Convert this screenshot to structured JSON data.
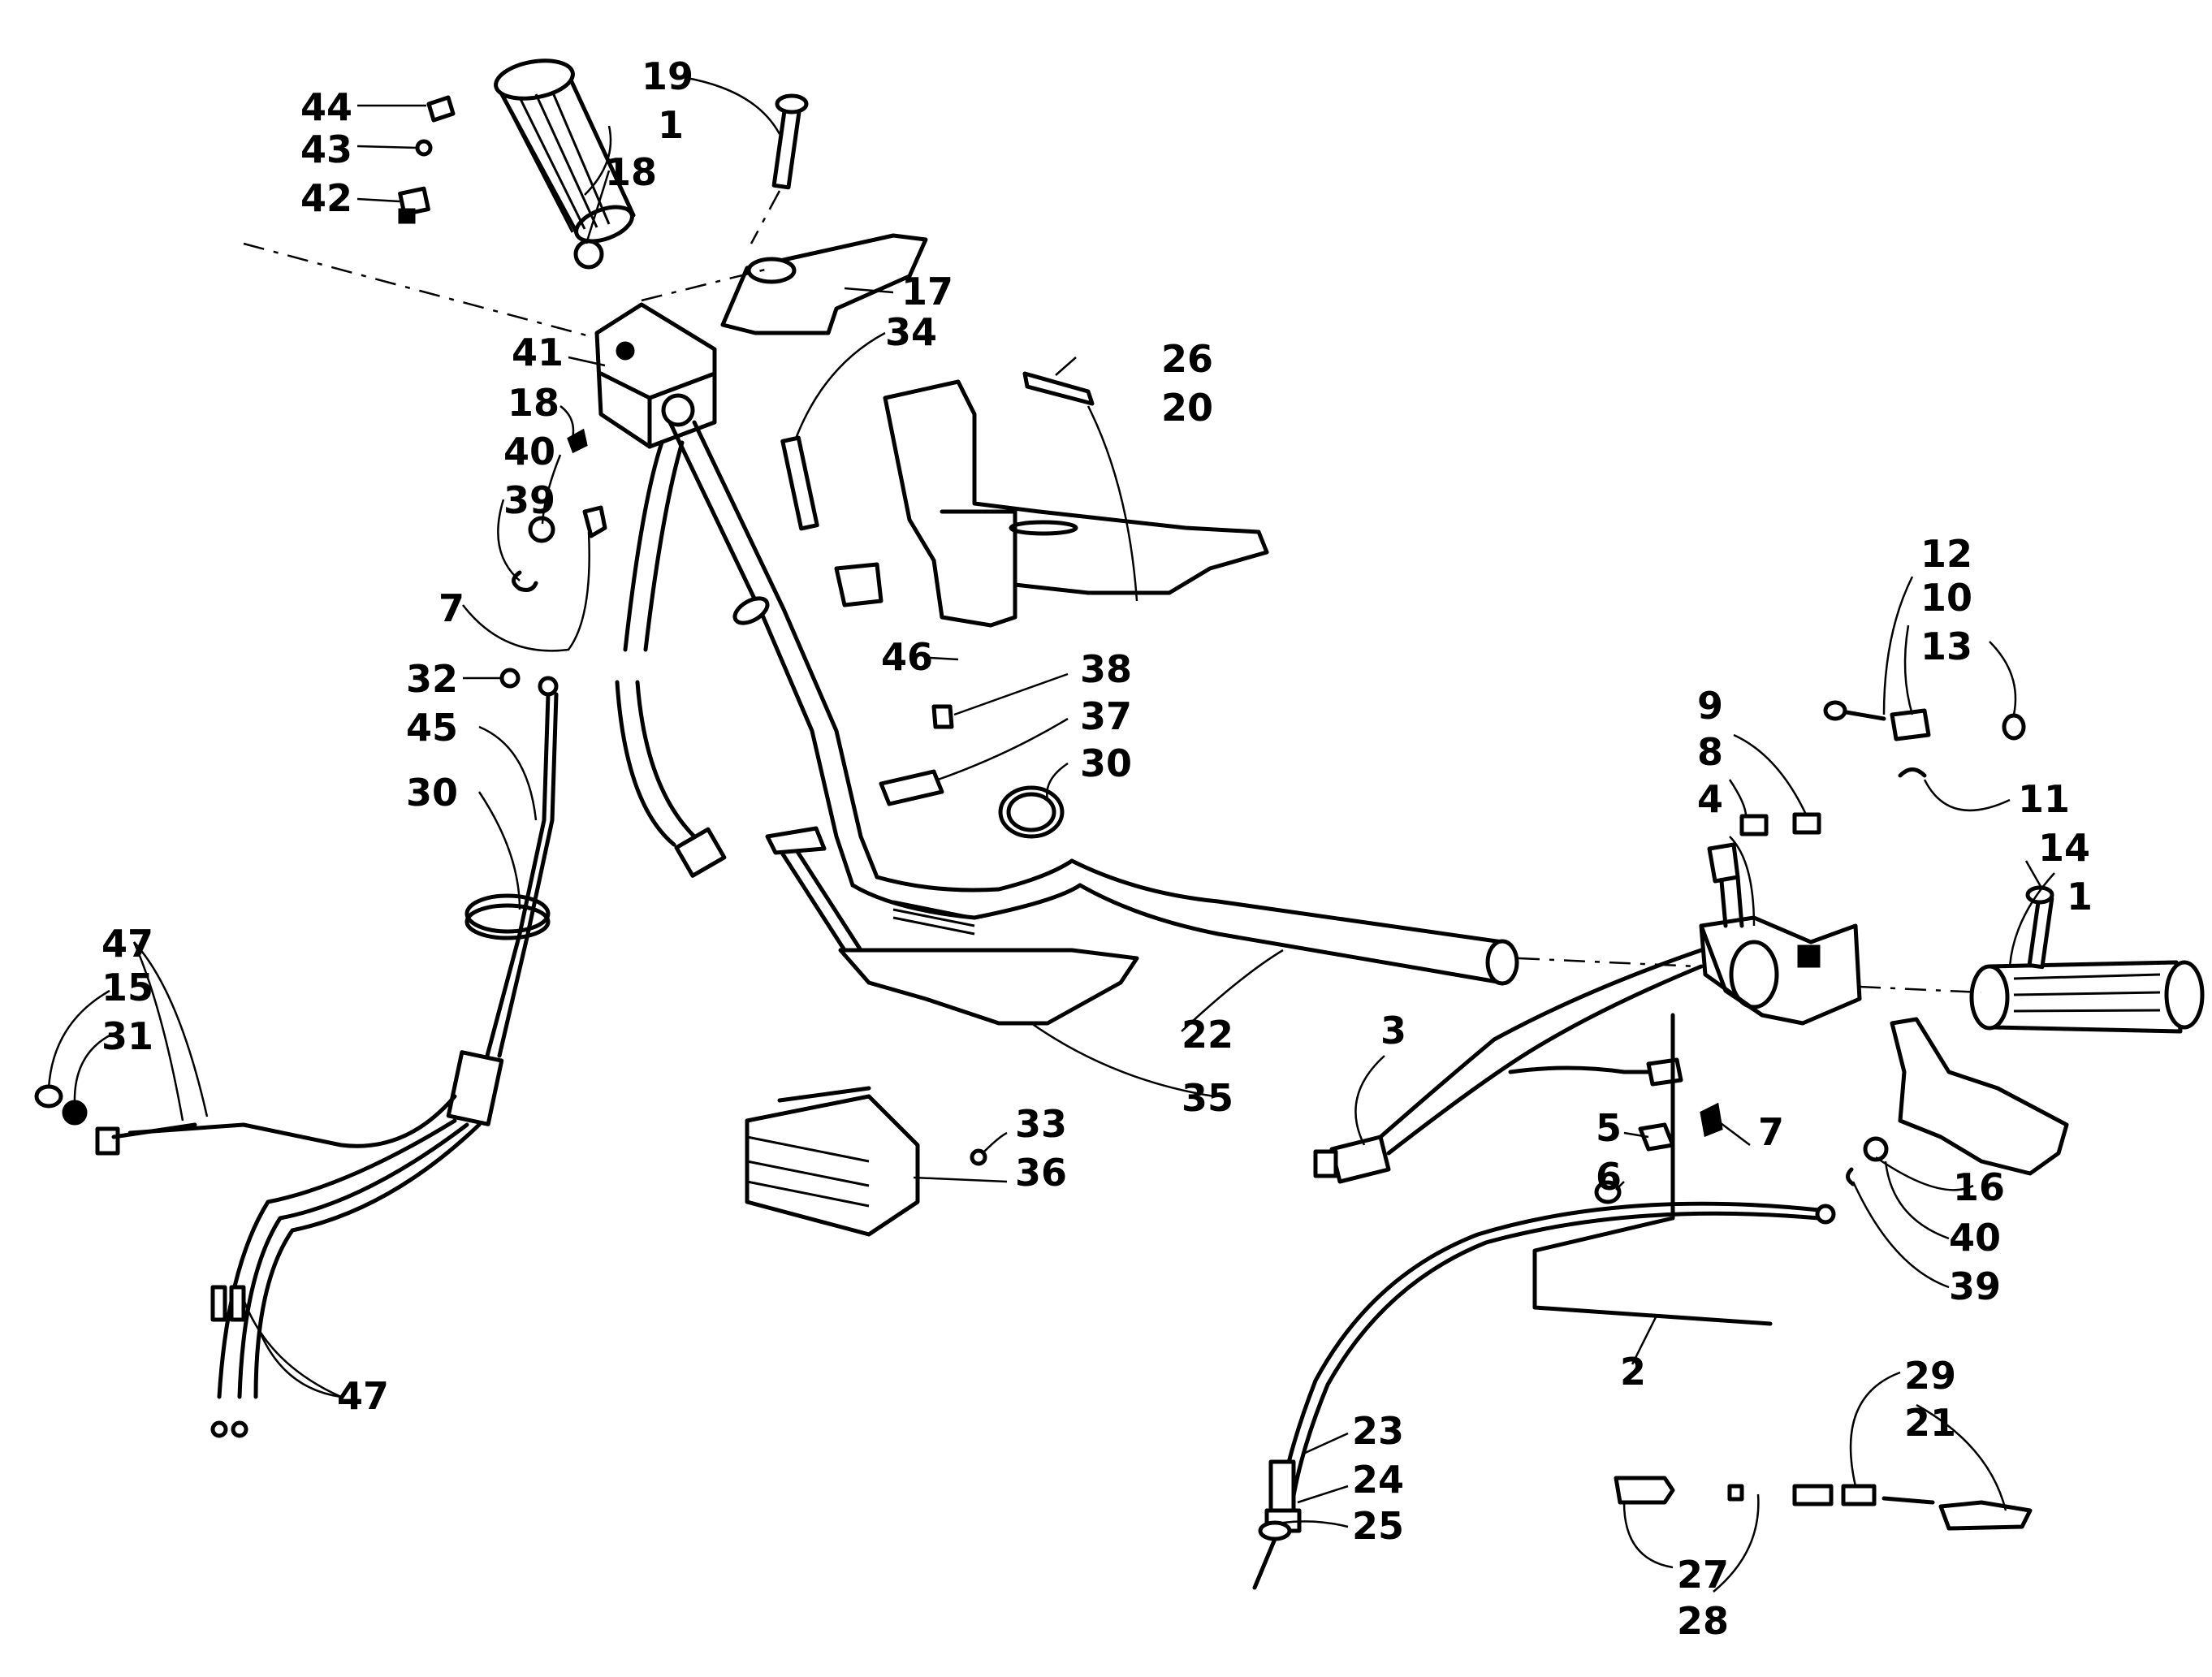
{
  "diagram": {
    "callouts": [
      {
        "id": "44a",
        "text": "44"
      },
      {
        "id": "43a",
        "text": "43"
      },
      {
        "id": "42a",
        "text": "42"
      },
      {
        "id": "1a",
        "text": "1"
      },
      {
        "id": "18a",
        "text": "18"
      },
      {
        "id": "19a",
        "text": "19"
      },
      {
        "id": "17a",
        "text": "17"
      },
      {
        "id": "34a",
        "text": "34"
      },
      {
        "id": "41a",
        "text": "41"
      },
      {
        "id": "18b",
        "text": "18"
      },
      {
        "id": "40a",
        "text": "40"
      },
      {
        "id": "39a",
        "text": "39"
      },
      {
        "id": "7a",
        "text": "7"
      },
      {
        "id": "26a",
        "text": "26"
      },
      {
        "id": "20a",
        "text": "20"
      },
      {
        "id": "46a",
        "text": "46"
      },
      {
        "id": "32a",
        "text": "32"
      },
      {
        "id": "45a",
        "text": "45"
      },
      {
        "id": "30a",
        "text": "30"
      },
      {
        "id": "38a",
        "text": "38"
      },
      {
        "id": "37a",
        "text": "37"
      },
      {
        "id": "30b",
        "text": "30"
      },
      {
        "id": "12a",
        "text": "12"
      },
      {
        "id": "10a",
        "text": "10"
      },
      {
        "id": "13a",
        "text": "13"
      },
      {
        "id": "9a",
        "text": "9"
      },
      {
        "id": "8a",
        "text": "8"
      },
      {
        "id": "4a",
        "text": "4"
      },
      {
        "id": "11a",
        "text": "11"
      },
      {
        "id": "14a",
        "text": "14"
      },
      {
        "id": "1b",
        "text": "1"
      },
      {
        "id": "47a",
        "text": "47"
      },
      {
        "id": "15a",
        "text": "15"
      },
      {
        "id": "31a",
        "text": "31"
      },
      {
        "id": "22a",
        "text": "22"
      },
      {
        "id": "35a",
        "text": "35"
      },
      {
        "id": "3a",
        "text": "3"
      },
      {
        "id": "33a",
        "text": "33"
      },
      {
        "id": "36a",
        "text": "36"
      },
      {
        "id": "5a",
        "text": "5"
      },
      {
        "id": "7b",
        "text": "7"
      },
      {
        "id": "6a",
        "text": "6"
      },
      {
        "id": "16a",
        "text": "16"
      },
      {
        "id": "40b",
        "text": "40"
      },
      {
        "id": "39b",
        "text": "39"
      },
      {
        "id": "2a",
        "text": "2"
      },
      {
        "id": "47b",
        "text": "47"
      },
      {
        "id": "23a",
        "text": "23"
      },
      {
        "id": "24a",
        "text": "24"
      },
      {
        "id": "25a",
        "text": "25"
      },
      {
        "id": "29a",
        "text": "29"
      },
      {
        "id": "21a",
        "text": "21"
      },
      {
        "id": "27a",
        "text": "27"
      },
      {
        "id": "28a",
        "text": "28"
      }
    ]
  }
}
